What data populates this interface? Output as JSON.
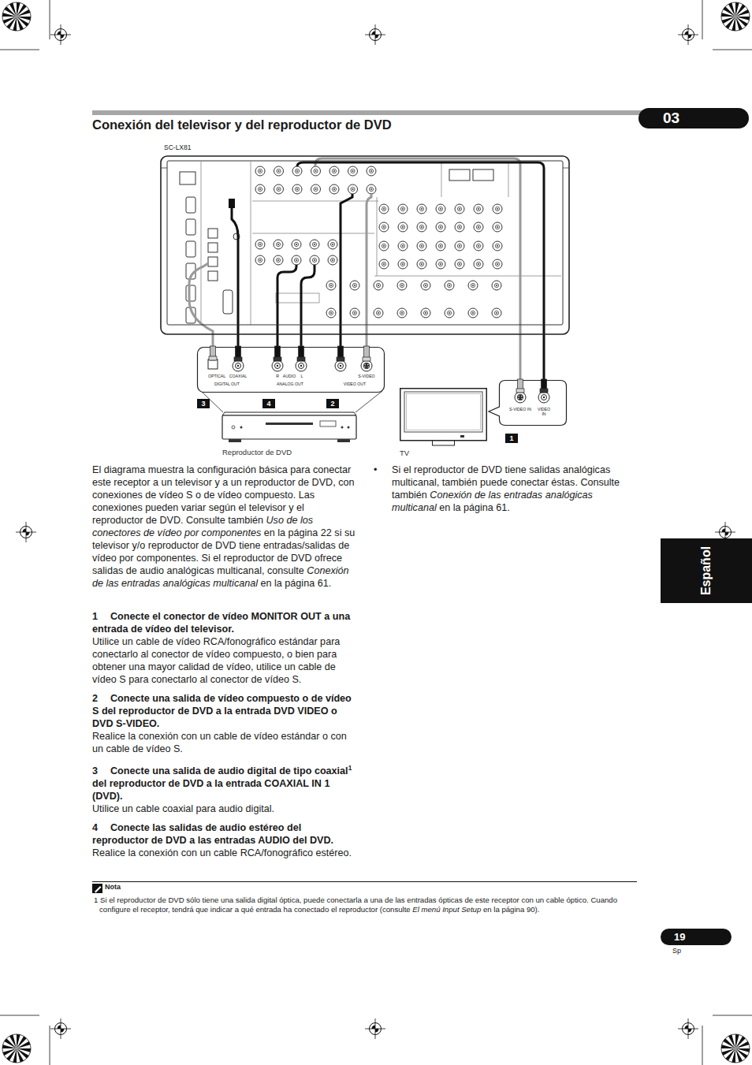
{
  "diagram": {
    "title": "Conexión del televisor y del reproductor de DVD",
    "nodes": [
      {
        "text": [
          "SC-LX81"
        ]
      },
      {
        "text": [
          "OPTICAL",
          "COAXIAL",
          "DIGITAL OUT",
          "R",
          "AUDIO",
          "L",
          "ANALOG OUT",
          "S-VIDEO",
          "VIDEO OUT"
        ]
      },
      {
        "text": [
          "3"
        ]
      },
      {
        "text": [
          "4"
        ]
      },
      {
        "text": [
          "2"
        ]
      },
      {
        "text": [
          "Reproductor de DVD"
        ]
      },
      {
        "text": [
          "TV"
        ]
      },
      {
        "text": [
          "S-VIDEO IN",
          "VIDEO IN"
        ]
      },
      {
        "text": [
          "1"
        ]
      },
      {
        "text": [
          "03"
        ]
      },
      {
        "text": [
          "Español"
        ]
      },
      {
        "text": [
          "19"
        ]
      }
    ],
    "edges": [
      {
        "from": 1,
        "to": 0,
        "arrow": "none"
      },
      {
        "from": 1,
        "to": 0,
        "arrow": "none"
      },
      {
        "from": 1,
        "to": 0,
        "arrow": "none"
      },
      {
        "from": 1,
        "to": 0,
        "arrow": "none"
      },
      {
        "from": 1,
        "to": 0,
        "arrow": "none"
      },
      {
        "from": 1,
        "to": 0,
        "arrow": "none"
      },
      {
        "from": 0,
        "to": 7,
        "arrow": "none"
      },
      {
        "from": 0,
        "to": 7,
        "arrow": "none"
      }
    ],
    "labels": [
      "El diagrama muestra la configuración básica para conectar este receptor a un televisor y a un reproductor de DVD, con conexiones de vídeo S o de vídeo compuesto. Las conexiones pueden variar según el televisor y el reproductor de DVD. Consulte también",
      "Uso de los conectores de vídeo por componentes",
      "en la página 22 si su televisor y/o reproductor de DVD tiene entradas/salidas de vídeo por componentes. Si el reproductor de DVD ofrece salidas de audio analógicas multicanal, consulte",
      "Conexión de las entradas analógicas multicanal",
      "en la página 61.",
      "1",
      "Conecte el conector de vídeo MONITOR OUT a una entrada de vídeo del televisor.",
      "Utilice un cable de vídeo RCA/fonográfico estándar para conectarlo al conector de vídeo compuesto, o bien para obtener una mayor calidad de vídeo, utilice un cable de vídeo S para conectarlo al conector de vídeo S.",
      "2",
      "Conecte una salida de vídeo compuesto o de vídeo S del reproductor de DVD a la entrada DVD VIDEO o DVD S-VIDEO.",
      "Realice la conexión con un cable de vídeo estándar o con un cable de vídeo S.",
      "3",
      "Conecte una salida de audio digital de tipo coaxial",
      "1",
      "del reproductor de DVD a la entrada COAXIAL IN 1 (DVD).",
      "Utilice un cable coaxial para audio digital.",
      "4",
      "Conecte las salidas de audio estéreo del reproductor de DVD a las entradas AUDIO del DVD.",
      "Realice la conexión con un cable RCA/fonográfico estéreo.",
      "•",
      "Si el reproductor de DVD tiene salidas analógicas multicanal, también puede conectar éstas. Consulte también",
      "Conexión de las entradas analógicas multicanal",
      "en la página 61.",
      "Nota",
      "1 Si el reproductor de DVD sólo tiene una salida digital óptica, puede conectarla a una de las entradas ópticas de este receptor con un cable óptico. Cuando configure el receptor, tendrá que indicar a qué entrada ha conectado el reproductor (consulte",
      "El menú Input Setup",
      "en la página 90).",
      "Sp"
    ]
  }
}
